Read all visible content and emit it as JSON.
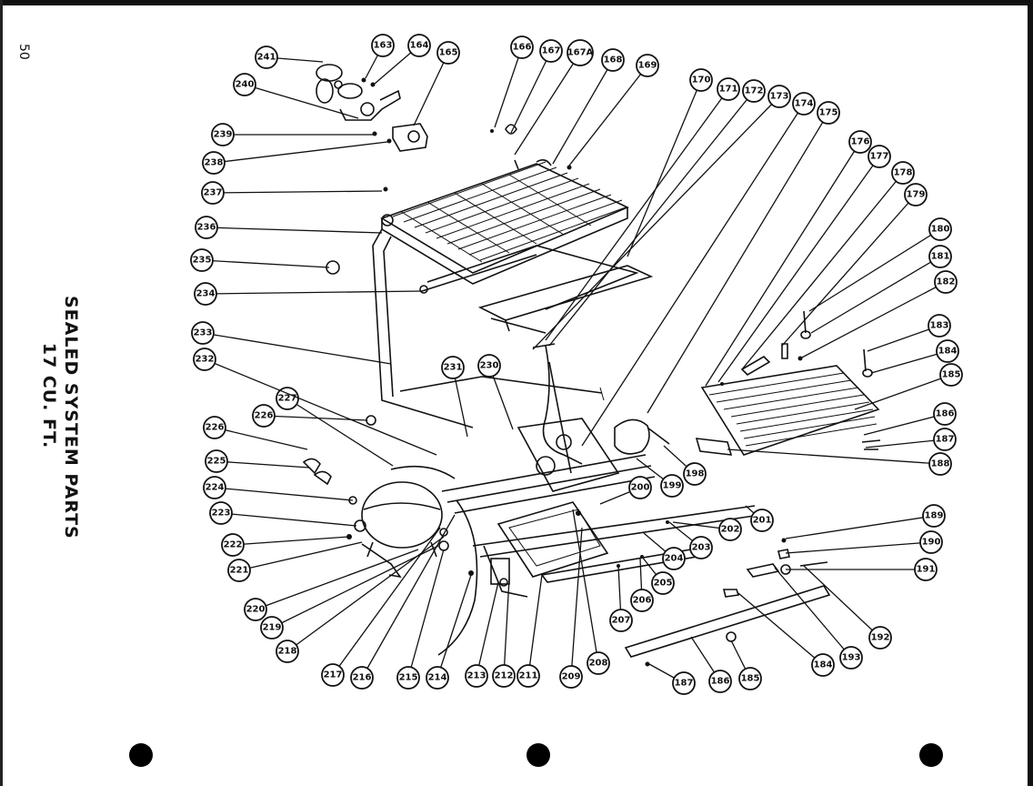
{
  "page_number": "50",
  "title": {
    "line1": "SEALED SYSTEM PARTS",
    "line2": "17 CU. FT."
  },
  "callouts": [
    {
      "id": "241"
    },
    {
      "id": "163"
    },
    {
      "id": "164"
    },
    {
      "id": "165"
    },
    {
      "id": "166"
    },
    {
      "id": "167"
    },
    {
      "id": "167A"
    },
    {
      "id": "168"
    },
    {
      "id": "169"
    },
    {
      "id": "170"
    },
    {
      "id": "171"
    },
    {
      "id": "172"
    },
    {
      "id": "173"
    },
    {
      "id": "174"
    },
    {
      "id": "175"
    },
    {
      "id": "176"
    },
    {
      "id": "177"
    },
    {
      "id": "178"
    },
    {
      "id": "179"
    },
    {
      "id": "180"
    },
    {
      "id": "181"
    },
    {
      "id": "182"
    },
    {
      "id": "183"
    },
    {
      "id": "184"
    },
    {
      "id": "185"
    },
    {
      "id": "186"
    },
    {
      "id": "187"
    },
    {
      "id": "188"
    },
    {
      "id": "189"
    },
    {
      "id": "190"
    },
    {
      "id": "191"
    },
    {
      "id": "192"
    },
    {
      "id": "193"
    },
    {
      "id": "184"
    },
    {
      "id": "185"
    },
    {
      "id": "186"
    },
    {
      "id": "187"
    },
    {
      "id": "198"
    },
    {
      "id": "199"
    },
    {
      "id": "200"
    },
    {
      "id": "201"
    },
    {
      "id": "202"
    },
    {
      "id": "203"
    },
    {
      "id": "204"
    },
    {
      "id": "205"
    },
    {
      "id": "206"
    },
    {
      "id": "207"
    },
    {
      "id": "208"
    },
    {
      "id": "209"
    },
    {
      "id": "211"
    },
    {
      "id": "212"
    },
    {
      "id": "213"
    },
    {
      "id": "214"
    },
    {
      "id": "215"
    },
    {
      "id": "216"
    },
    {
      "id": "217"
    },
    {
      "id": "218"
    },
    {
      "id": "219"
    },
    {
      "id": "220"
    },
    {
      "id": "221"
    },
    {
      "id": "222"
    },
    {
      "id": "223"
    },
    {
      "id": "224"
    },
    {
      "id": "225"
    },
    {
      "id": "226"
    },
    {
      "id": "227"
    },
    {
      "id": "226"
    },
    {
      "id": "230"
    },
    {
      "id": "231"
    },
    {
      "id": "232"
    },
    {
      "id": "233"
    },
    {
      "id": "234"
    },
    {
      "id": "235"
    },
    {
      "id": "236"
    },
    {
      "id": "237"
    },
    {
      "id": "238"
    },
    {
      "id": "239"
    },
    {
      "id": "240"
    }
  ]
}
